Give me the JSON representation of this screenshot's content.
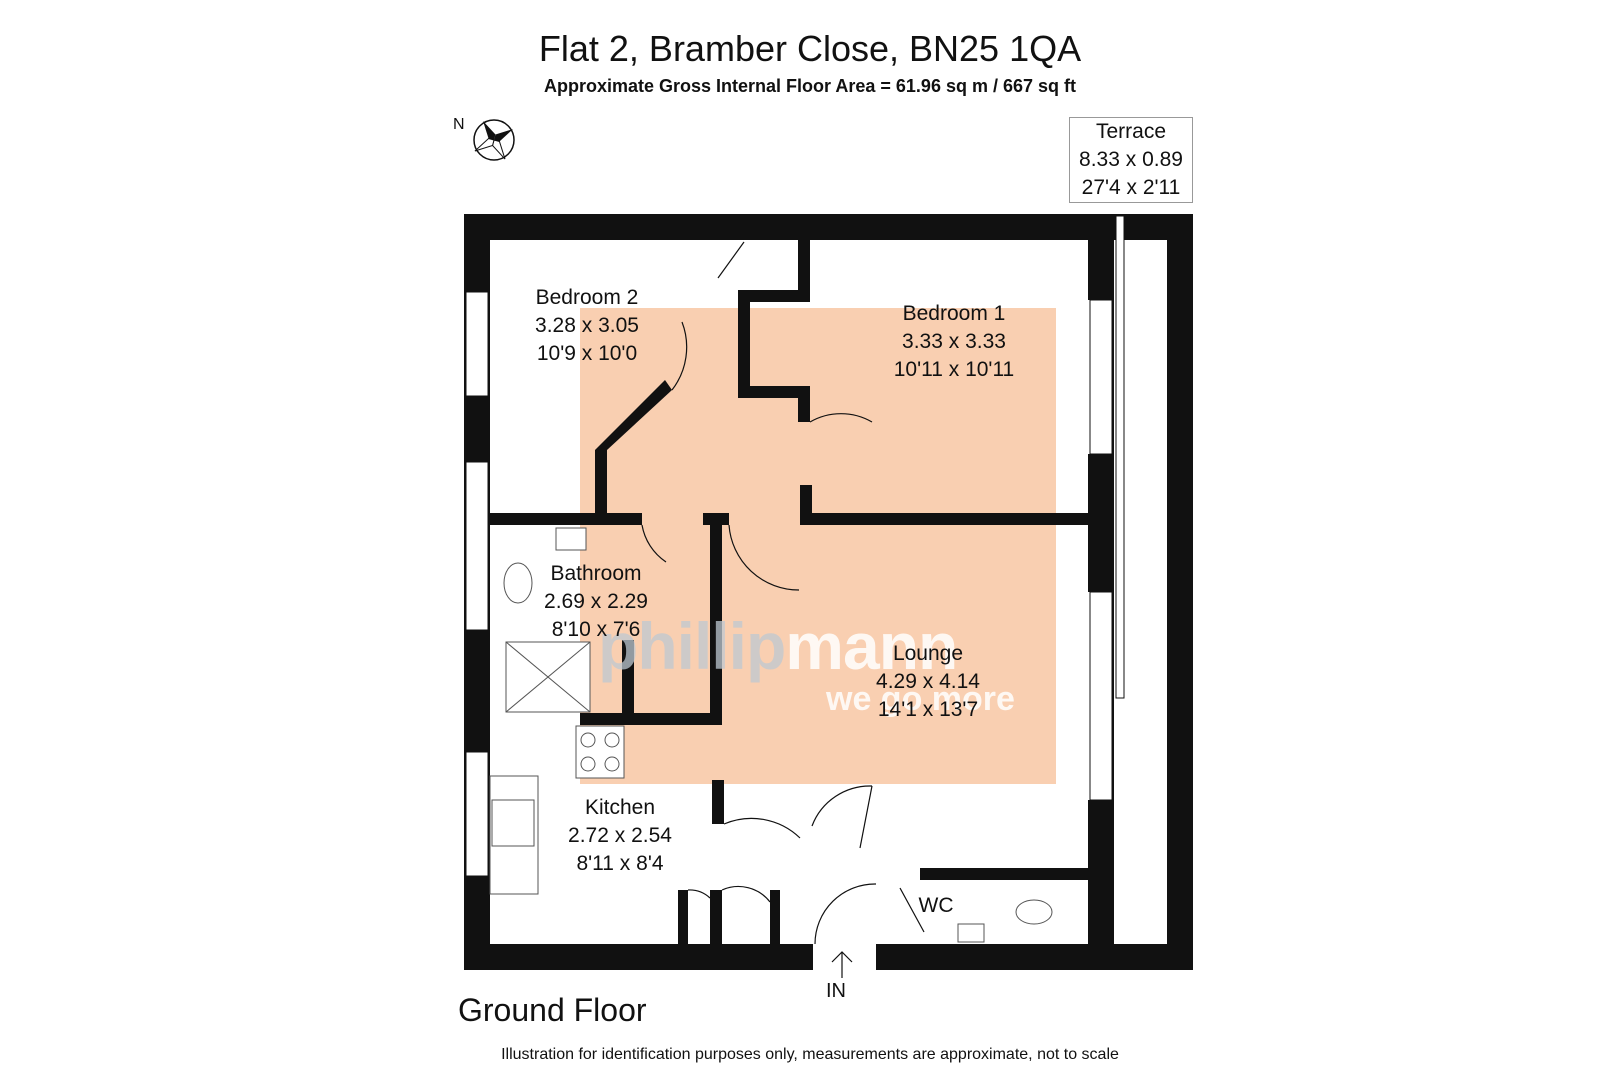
{
  "title": "Flat 2, Bramber Close, BN25 1QA",
  "subtitle": "Approximate Gross Internal Floor Area = 61.96 sq m / 667 sq ft",
  "north_label": "N",
  "terrace": {
    "name": "Terrace",
    "metric": "8.33 x 0.89",
    "imperial": "27'4 x 2'11"
  },
  "rooms": {
    "bedroom2": {
      "name": "Bedroom 2",
      "metric": "3.28 x 3.05",
      "imperial": "10'9 x 10'0"
    },
    "bedroom1": {
      "name": "Bedroom 1",
      "metric": "3.33 x 3.33",
      "imperial": "10'11 x 10'11"
    },
    "bathroom": {
      "name": "Bathroom",
      "metric": "2.69 x 2.29",
      "imperial": "8'10 x 7'6"
    },
    "lounge": {
      "name": "Lounge",
      "metric": "4.29 x 4.14",
      "imperial": "14'1 x 13'7"
    },
    "kitchen": {
      "name": "Kitchen",
      "metric": "2.72 x 2.54",
      "imperial": "8'11 x 8'4"
    },
    "wc": {
      "name": "WC"
    }
  },
  "watermark": {
    "brand_a": "phillip",
    "brand_b": "mann",
    "tagline": "we go more"
  },
  "entrance_label": "IN",
  "floor_label": "Ground Floor",
  "disclaimer": "Illustration for identification purposes only, measurements are approximate, not to scale",
  "colors": {
    "wall": "#111111",
    "highlight": "#f9cfb1",
    "window": "#ffffff"
  }
}
